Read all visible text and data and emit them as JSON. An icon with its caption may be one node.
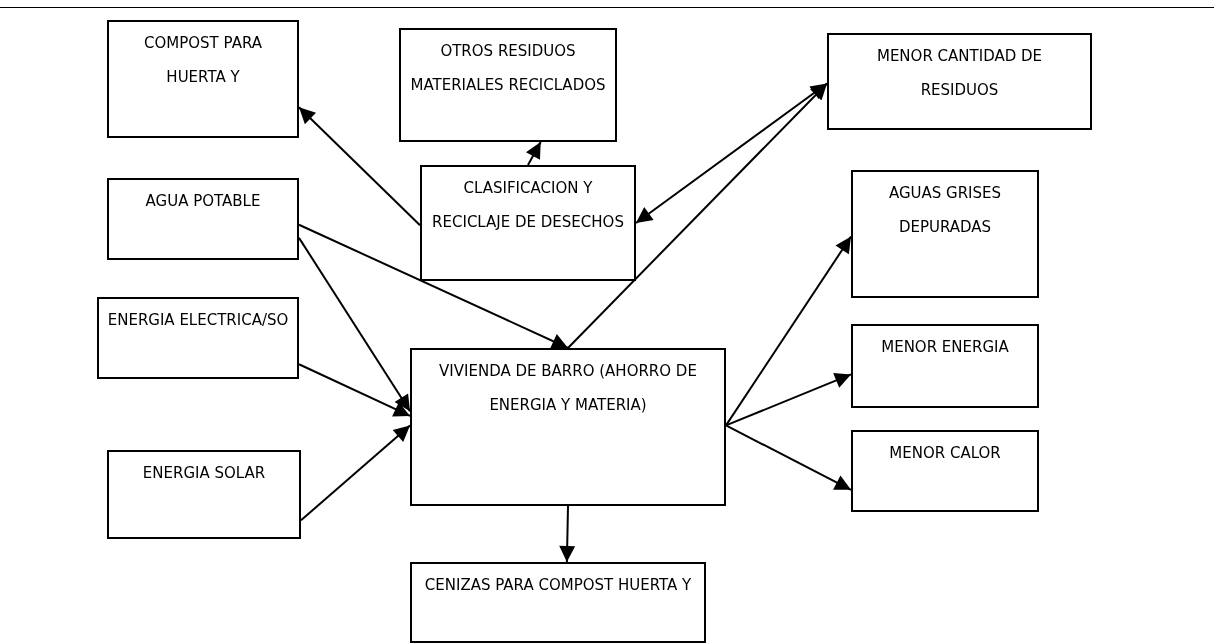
{
  "diagram": {
    "nodes": [
      {
        "text": [
          "COMPOST PARA HUERTA Y"
        ]
      },
      {
        "text": [
          "OTROS RESIDUOS MATERIALES RECICLADOS"
        ]
      },
      {
        "text": [
          "MENOR CANTIDAD DE RESIDUOS"
        ]
      },
      {
        "text": [
          "AGUA POTABLE"
        ]
      },
      {
        "text": [
          "CLASIFICACION Y RECICLAJE DE DESECHOS"
        ]
      },
      {
        "text": [
          "AGUAS GRISES DEPURADAS"
        ]
      },
      {
        "text": [
          "ENERGIA ELECTRICA/SO"
        ]
      },
      {
        "text": [
          "MENOR ENERGIA"
        ]
      },
      {
        "text": [
          "VIVIENDA DE BARRO (AHORRO DE ENERGIA Y MATERIA)"
        ]
      },
      {
        "text": [
          "ENERGIA SOLAR"
        ]
      },
      {
        "text": [
          "MENOR CALOR"
        ]
      },
      {
        "text": [
          "CENIZAS PARA COMPOST HUERTA Y"
        ]
      }
    ],
    "edges": [
      {
        "from": 4,
        "to": 0,
        "arrow": "to"
      },
      {
        "from": 4,
        "to": 1,
        "arrow": "to"
      },
      {
        "from": 2,
        "to": 4,
        "arrow": "both"
      },
      {
        "from": 8,
        "to": 2,
        "arrow": "to"
      },
      {
        "from": 3,
        "to": 8,
        "arrow": "to"
      },
      {
        "from": 3,
        "to": 8,
        "arrow": "to"
      },
      {
        "from": 6,
        "to": 8,
        "arrow": "to"
      },
      {
        "from": 9,
        "to": 8,
        "arrow": "to"
      },
      {
        "from": 8,
        "to": 5,
        "arrow": "to"
      },
      {
        "from": 8,
        "to": 7,
        "arrow": "to"
      },
      {
        "from": 8,
        "to": 10,
        "arrow": "to"
      },
      {
        "from": 8,
        "to": 11,
        "arrow": "to"
      }
    ]
  }
}
